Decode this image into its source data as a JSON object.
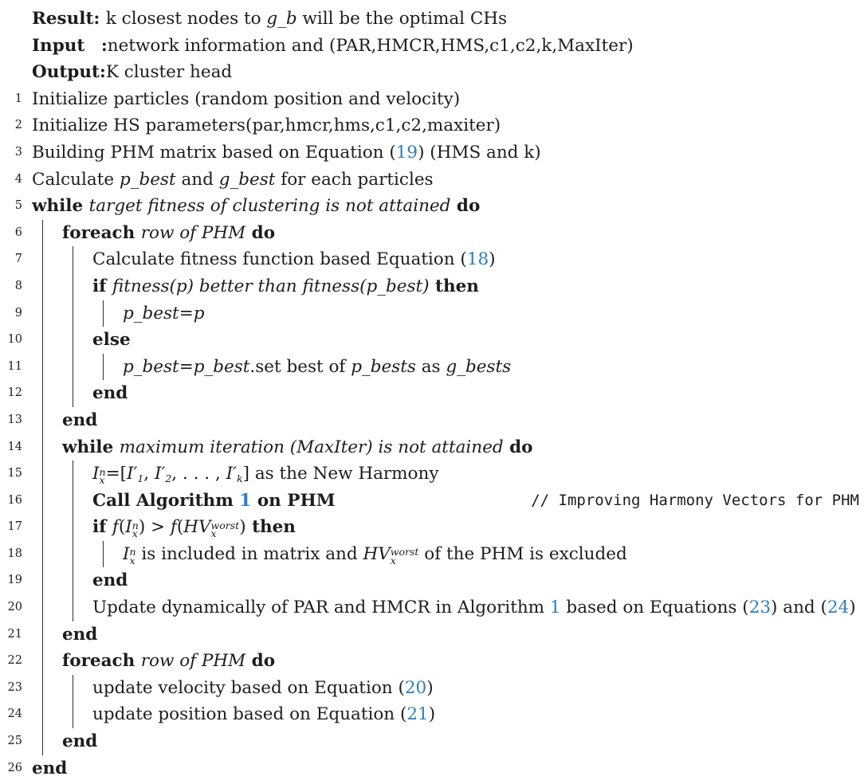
{
  "colors": {
    "text": "#1d1d1d",
    "link": "#2a7fc0",
    "rule": "#2e2e2e",
    "background": "#ffffff"
  },
  "header": {
    "result": {
      "seg": [
        {
          "t": "b",
          "x": "Result: "
        },
        {
          "t": "r",
          "x": "k closest nodes to "
        },
        {
          "t": "i",
          "x": "g_b"
        },
        {
          "t": "r",
          "x": " will be the optimal CHs"
        }
      ]
    },
    "input": {
      "seg": [
        {
          "t": "b",
          "x": "Input"
        },
        {
          "t": "r",
          "x": "   "
        },
        {
          "t": "b",
          "x": ":"
        },
        {
          "t": "r",
          "x": "network information and (PAR,HMCR,HMS,c1,c2,k,MaxIter)"
        }
      ]
    },
    "output": {
      "seg": [
        {
          "t": "b",
          "x": "Output:"
        },
        {
          "t": "r",
          "x": "K cluster head"
        }
      ]
    }
  },
  "lines": {
    "l1": {
      "n": "1",
      "seg": [
        {
          "t": "r",
          "x": "Initialize particles (random position and velocity)"
        }
      ]
    },
    "l2": {
      "n": "2",
      "seg": [
        {
          "t": "r",
          "x": "Initialize HS parameters(par,hmcr,hms,c1,c2,maxiter)"
        }
      ]
    },
    "l3": {
      "n": "3",
      "seg": [
        {
          "t": "r",
          "x": "Building PHM matrix based on Equation ("
        },
        {
          "t": "l",
          "x": "19"
        },
        {
          "t": "r",
          "x": ") (HMS and k)"
        }
      ]
    },
    "l4": {
      "n": "4",
      "seg": [
        {
          "t": "r",
          "x": "Calculate "
        },
        {
          "t": "i",
          "x": "p_best"
        },
        {
          "t": "r",
          "x": " and "
        },
        {
          "t": "i",
          "x": "g_best"
        },
        {
          "t": "r",
          "x": " for each particles"
        }
      ]
    },
    "l5": {
      "n": "5",
      "seg": [
        {
          "t": "b",
          "x": "while "
        },
        {
          "t": "i",
          "x": "target fitness of clustering is not attained"
        },
        {
          "t": "b",
          "x": " do"
        }
      ]
    },
    "l6": {
      "n": "6",
      "seg": [
        {
          "t": "b",
          "x": "foreach "
        },
        {
          "t": "i",
          "x": "row of PHM"
        },
        {
          "t": "b",
          "x": " do"
        }
      ]
    },
    "l7": {
      "n": "7",
      "seg": [
        {
          "t": "r",
          "x": "Calculate fitness function based Equation ("
        },
        {
          "t": "l",
          "x": "18"
        },
        {
          "t": "r",
          "x": ")"
        }
      ]
    },
    "l8": {
      "n": "8",
      "seg": [
        {
          "t": "b",
          "x": "if "
        },
        {
          "t": "i",
          "x": "fitness(p) better than fitness(p_best)"
        },
        {
          "t": "b",
          "x": " then"
        }
      ]
    },
    "l9": {
      "n": "9",
      "seg": [
        {
          "t": "i",
          "x": "p_best"
        },
        {
          "t": "r",
          "x": "="
        },
        {
          "t": "i",
          "x": "p"
        }
      ]
    },
    "l10": {
      "n": "10",
      "seg": [
        {
          "t": "b",
          "x": "else"
        }
      ]
    },
    "l11": {
      "n": "11",
      "seg": [
        {
          "t": "i",
          "x": "p_best"
        },
        {
          "t": "r",
          "x": "="
        },
        {
          "t": "i",
          "x": "p_best"
        },
        {
          "t": "r",
          "x": ".set best of "
        },
        {
          "t": "i",
          "x": "p_bests"
        },
        {
          "t": "r",
          "x": " as "
        },
        {
          "t": "i",
          "x": "g_bests"
        }
      ]
    },
    "l12": {
      "n": "12",
      "seg": [
        {
          "t": "b",
          "x": "end"
        }
      ]
    },
    "l13": {
      "n": "13",
      "seg": [
        {
          "t": "b",
          "x": "end"
        }
      ]
    },
    "l14": {
      "n": "14",
      "seg": [
        {
          "t": "b",
          "x": "while "
        },
        {
          "t": "i",
          "x": "maximum iteration (MaxIter) is not attained"
        },
        {
          "t": "b",
          "x": " do"
        }
      ]
    },
    "l15": {
      "n": "15",
      "seg": [
        {
          "t": "i",
          "x": "I",
          "sup": "n",
          "sub": "x"
        },
        {
          "t": "r",
          "x": "=["
        },
        {
          "t": "i",
          "x": "I′",
          "sub": "1"
        },
        {
          "t": "r",
          "x": ", "
        },
        {
          "t": "i",
          "x": "I′",
          "sub": "2"
        },
        {
          "t": "r",
          "x": ", . . . , "
        },
        {
          "t": "i",
          "x": "I′",
          "sub": "k"
        },
        {
          "t": "r",
          "x": "] as the New Harmony"
        }
      ]
    },
    "l16": {
      "n": "16",
      "seg": [
        {
          "t": "b",
          "x": "Call Algorithm "
        },
        {
          "t": "lb",
          "x": "1"
        },
        {
          "t": "b",
          "x": " on PHM"
        }
      ],
      "comment": "// Improving Harmony Vectors for PHM"
    },
    "l17": {
      "n": "17",
      "seg": [
        {
          "t": "b",
          "x": "if "
        },
        {
          "t": "i",
          "x": "f"
        },
        {
          "t": "r",
          "x": "("
        },
        {
          "t": "i",
          "x": "I",
          "sup": "n",
          "sub": "x"
        },
        {
          "t": "r",
          "x": ") > "
        },
        {
          "t": "i",
          "x": "f"
        },
        {
          "t": "r",
          "x": "("
        },
        {
          "t": "i",
          "x": "HV",
          "sup": "worst",
          "sub": "x"
        },
        {
          "t": "r",
          "x": ")"
        },
        {
          "t": "b",
          "x": " then"
        }
      ]
    },
    "l18": {
      "n": "18",
      "seg": [
        {
          "t": "i",
          "x": "I",
          "sup": "n",
          "sub": "x"
        },
        {
          "t": "r",
          "x": " is included in matrix and "
        },
        {
          "t": "i",
          "x": "HV",
          "sup": "worst",
          "sub": "x"
        },
        {
          "t": "r",
          "x": " of the PHM is excluded"
        }
      ]
    },
    "l19": {
      "n": "19",
      "seg": [
        {
          "t": "b",
          "x": "end"
        }
      ]
    },
    "l20": {
      "n": "20",
      "seg": [
        {
          "t": "r",
          "x": "Update dynamically of PAR and HMCR in Algorithm "
        },
        {
          "t": "l",
          "x": "1"
        },
        {
          "t": "r",
          "x": " based on Equations ("
        },
        {
          "t": "l",
          "x": "23"
        },
        {
          "t": "r",
          "x": ") and ("
        },
        {
          "t": "l",
          "x": "24"
        },
        {
          "t": "r",
          "x": ")"
        }
      ]
    },
    "l21": {
      "n": "21",
      "seg": [
        {
          "t": "b",
          "x": "end"
        }
      ]
    },
    "l22": {
      "n": "22",
      "seg": [
        {
          "t": "b",
          "x": "foreach "
        },
        {
          "t": "i",
          "x": "row of PHM"
        },
        {
          "t": "b",
          "x": " do"
        }
      ]
    },
    "l23": {
      "n": "23",
      "seg": [
        {
          "t": "r",
          "x": "update velocity based on Equation ("
        },
        {
          "t": "l",
          "x": "20"
        },
        {
          "t": "r",
          "x": ")"
        }
      ]
    },
    "l24": {
      "n": "24",
      "seg": [
        {
          "t": "r",
          "x": "update position based on Equation ("
        },
        {
          "t": "l",
          "x": "21"
        },
        {
          "t": "r",
          "x": ")"
        }
      ]
    },
    "l25": {
      "n": "25",
      "seg": [
        {
          "t": "b",
          "x": "end"
        }
      ]
    },
    "l26": {
      "n": "26",
      "seg": [
        {
          "t": "b",
          "x": "end"
        }
      ]
    }
  }
}
